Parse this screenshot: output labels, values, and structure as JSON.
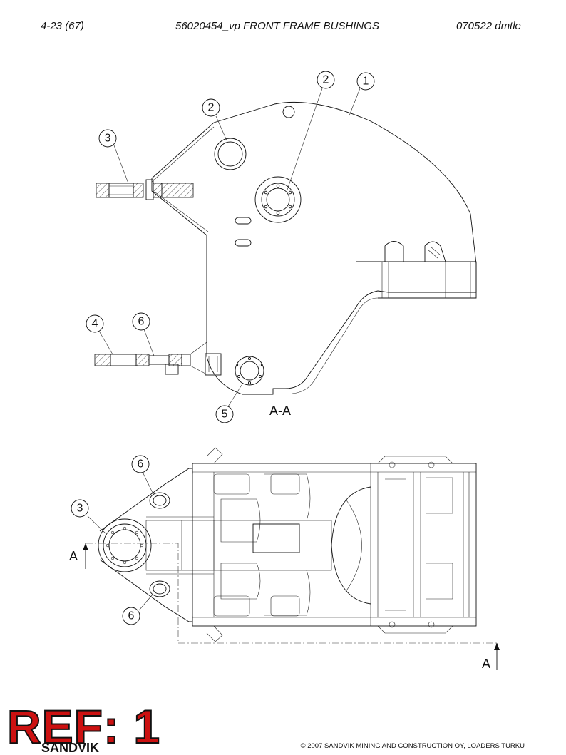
{
  "header": {
    "left": "4-23 (67)",
    "center": "56020454_vp FRONT FRAME BUSHINGS",
    "right": "070522 dmtle"
  },
  "section_view": {
    "label": "A-A"
  },
  "section_marks": {
    "left": "A",
    "right": "A"
  },
  "callouts": {
    "c1": "1",
    "c2a": "2",
    "c2b": "2",
    "c3a": "3",
    "c4": "4",
    "c6a": "6",
    "c5": "5",
    "c6b": "6",
    "c3b": "3",
    "c6c": "6"
  },
  "ref_label": "REF: 1",
  "footer": {
    "logo": "SANDVIK",
    "copyright": "© 2007 SANDVIK MINING AND CONSTRUCTION OY, LOADERS TURKU"
  }
}
